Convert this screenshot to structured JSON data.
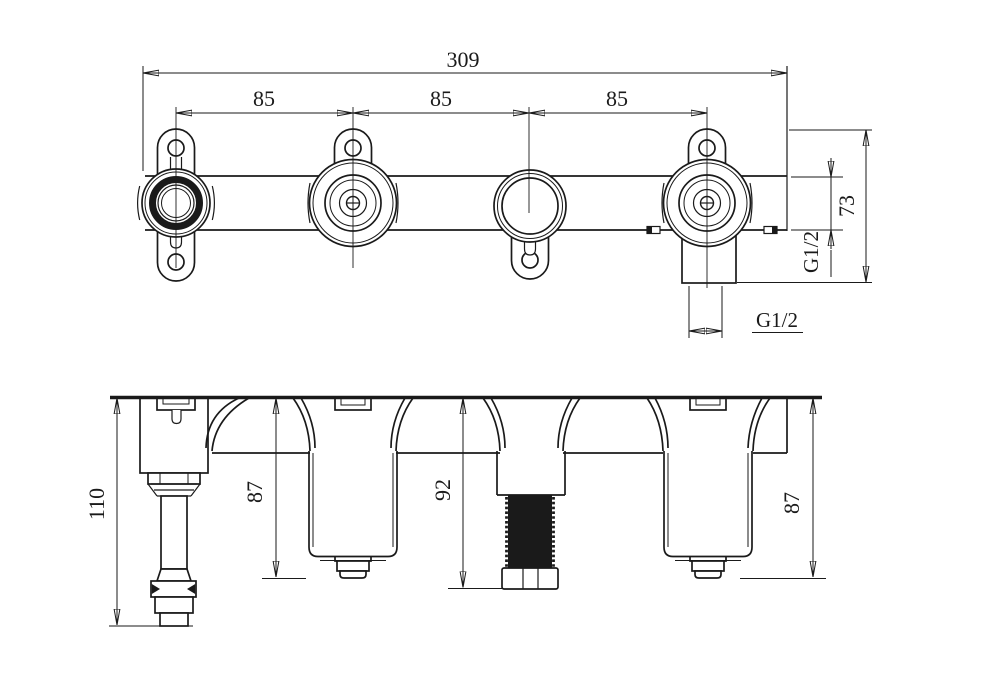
{
  "drawing": {
    "background": "#ffffff",
    "line_color": "#1a1a1a",
    "top_view": {
      "dim_total_length": "309",
      "dim_port_spacing": [
        "85",
        "85",
        "85"
      ],
      "dim_overall_height": "73",
      "thread_side_port": "G1/2",
      "thread_bottom_port": "G1/2"
    },
    "bottom_view": {
      "dim_valve_depth": "110",
      "dim_cartridge_depth_left": "87",
      "dim_spout_stud_depth": "92",
      "dim_cartridge_depth_right": "87"
    }
  }
}
